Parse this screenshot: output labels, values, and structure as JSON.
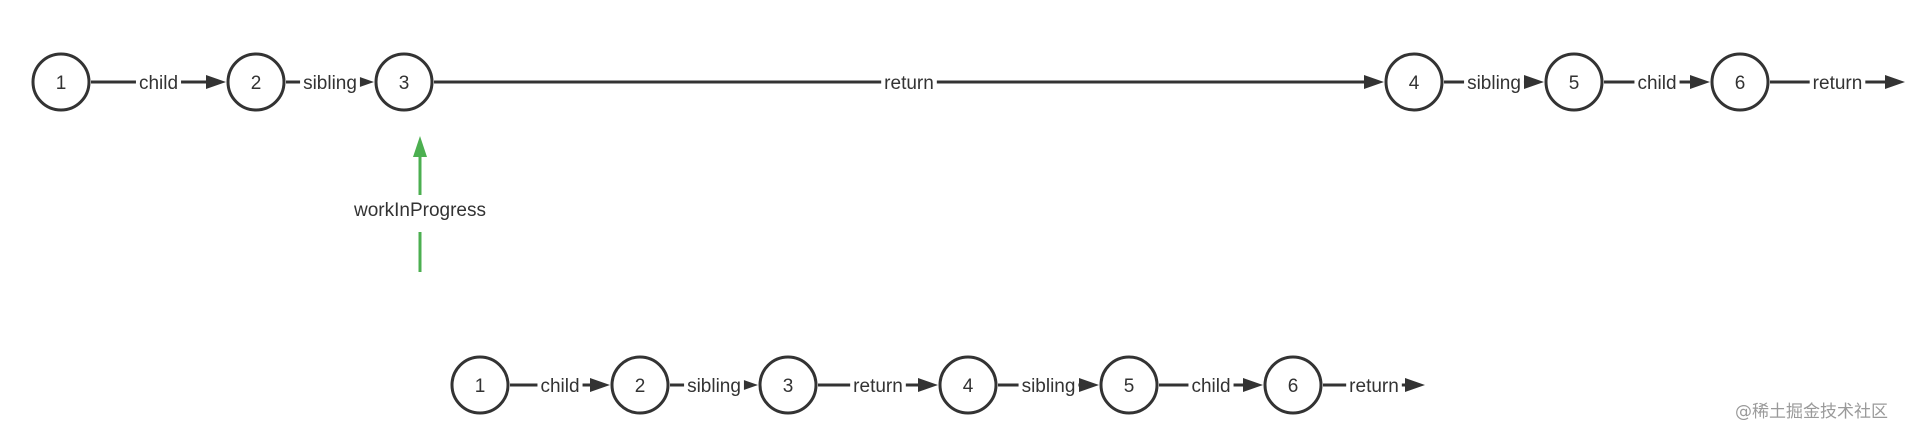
{
  "diagrams": [
    {
      "nodes": [
        "1",
        "2",
        "3",
        "4",
        "5",
        "6"
      ],
      "edges": [
        "child",
        "sibling",
        "return",
        "sibling",
        "child",
        "return"
      ]
    },
    {
      "nodes": [
        "1",
        "2",
        "3",
        "4",
        "5",
        "6"
      ],
      "edges": [
        "child",
        "sibling",
        "return",
        "sibling",
        "child",
        "return"
      ]
    }
  ],
  "pointer": {
    "label": "workInProgress",
    "target_node": "3"
  },
  "colors": {
    "stroke": "#333333",
    "pointer": "#4caf50",
    "watermark": "#9a9a9a"
  },
  "watermark": "@稀土掘金技术社区"
}
